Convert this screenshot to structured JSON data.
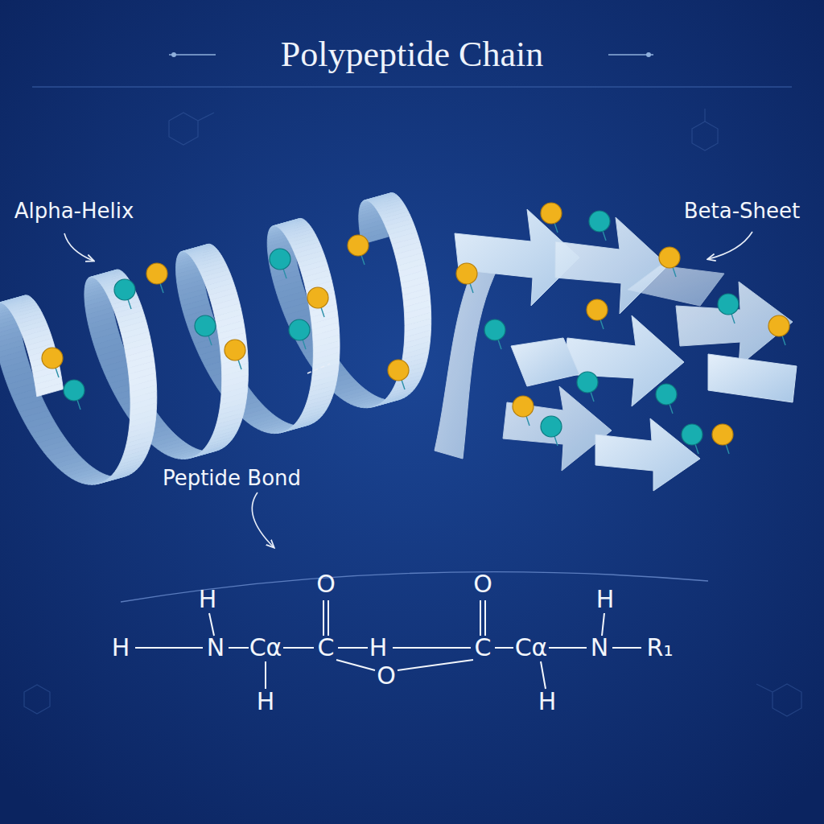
{
  "diagram": {
    "title": "Polypeptide Chain",
    "labels": [
      "Alpha-Helix",
      "Beta-Sheet",
      "Peptide Bond",
      "H",
      "O",
      "O",
      "H",
      "H",
      "N",
      "Cα",
      "C",
      "H",
      "C",
      "Cα",
      "N",
      "R₁",
      "O",
      "H",
      "H"
    ]
  }
}
